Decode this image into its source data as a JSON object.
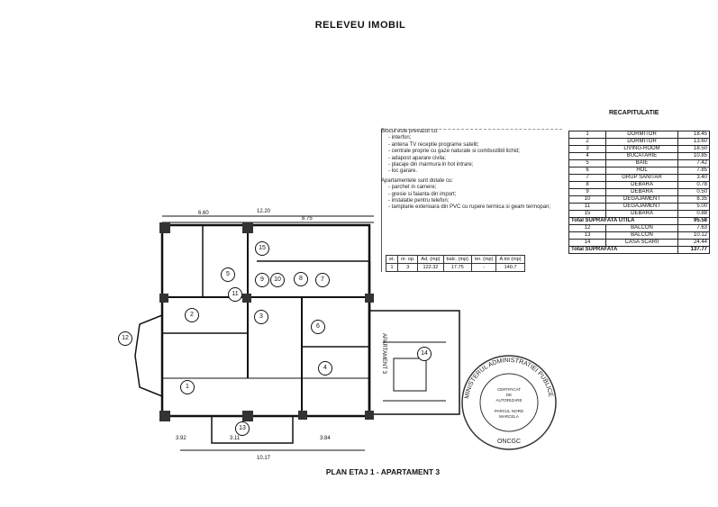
{
  "document": {
    "title": "RELEVEU IMOBIL",
    "plan_title": "PLAN ETAJ 1 - APARTAMENT 3"
  },
  "recap": {
    "title": "RECAPITULATIE",
    "rows": [
      {
        "n": "1",
        "name": "DORMITOR",
        "value": "18.45"
      },
      {
        "n": "2",
        "name": "DORMITOR",
        "value": "13.60"
      },
      {
        "n": "3",
        "name": "LIVING-ROOM",
        "value": "18.50"
      },
      {
        "n": "4",
        "name": "BUCATARIE",
        "value": "10.85"
      },
      {
        "n": "5",
        "name": "BAIE",
        "value": "7.42"
      },
      {
        "n": "6",
        "name": "HOL",
        "value": "7.85"
      },
      {
        "n": "7",
        "name": "GRUP SANITAR",
        "value": "3.40"
      },
      {
        "n": "8",
        "name": "DEBARA",
        "value": "0.78"
      },
      {
        "n": "9",
        "name": "DEBARA",
        "value": "0.50"
      },
      {
        "n": "10",
        "name": "DEGAJAMENT",
        "value": "8.35"
      },
      {
        "n": "11",
        "name": "DEGAJAMENT",
        "value": "5.00"
      },
      {
        "n": "15",
        "name": "DEBARA",
        "value": "0.88"
      }
    ],
    "total_utila_label": "Total SUPRAFATA UTILA",
    "total_utila": "95.58",
    "rows2": [
      {
        "n": "12",
        "name": "BALCON",
        "value": "7.63"
      },
      {
        "n": "13",
        "name": "BALCON",
        "value": "10.12"
      },
      {
        "n": "14",
        "name": "CASA SCARII",
        "value": "24.44"
      }
    ],
    "total_label": "Total SUPRAFATA",
    "total": "137.77"
  },
  "notes": {
    "heading1": "Blocul este prevazut cu:",
    "list1": [
      "interfon;",
      "antena TV receptie programe satelit;",
      "centrale proprie cu gaze naturale si combustibil lichid;",
      "adapost aparare civila;",
      "placaje din marmura in hol intrare;",
      "loc garare."
    ],
    "heading2": "Apartamentele sunt dotate cu:",
    "list2": [
      "parchet in camere;",
      "gresie si faianta din import;",
      "instalatie pentru telefon;",
      "tamplarie exterioara din PVC cu rupere termica si geam termopan;"
    ]
  },
  "stats": {
    "headers": [
      "et.",
      "nr. op.",
      "Ad. (mp)",
      "balc. (mp)",
      "ter. (mp)",
      "A.tot (mp)"
    ],
    "row": [
      "1",
      "3",
      "122.32",
      "17.75",
      "-",
      "140.7"
    ]
  },
  "plan": {
    "dims_top": [
      "6.60",
      "12.20",
      "8.75"
    ],
    "dims_bottom": [
      "3.92",
      "3.11",
      "3.84",
      "10.17"
    ],
    "room_numbers": [
      "1",
      "2",
      "3",
      "4",
      "5",
      "6",
      "7",
      "8",
      "9",
      "10",
      "11",
      "12",
      "13",
      "14",
      "15"
    ],
    "labels": [
      "APARTAMENT 3"
    ]
  },
  "stamp": {
    "ring_text": "MINISTERUL ADMINISTRATIEI PUBLICE",
    "center": [
      "CERTIFICAT",
      "DE",
      "AUTORIZARE",
      "PARCUL NORD",
      "MARCELA"
    ],
    "bottom": "ONCGC"
  }
}
